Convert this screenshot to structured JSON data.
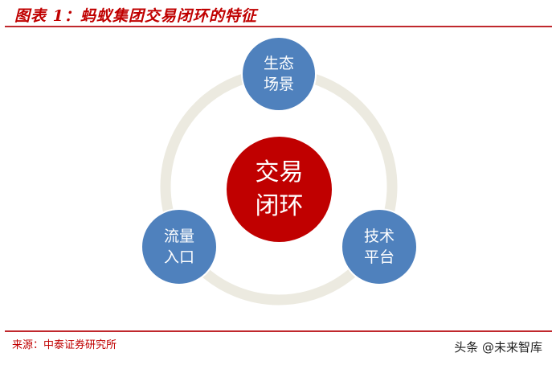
{
  "header": {
    "title": "图表 1：蚂蚁集团交易闭环的特征"
  },
  "diagram": {
    "center": {
      "line1": "交易",
      "line2": "闭环",
      "color": "#c00000"
    },
    "nodes": [
      {
        "id": "top",
        "line1": "生态",
        "line2": "场景",
        "color": "#4f81bd"
      },
      {
        "id": "bottom-left",
        "line1": "流量",
        "line2": "入口",
        "color": "#4f81bd"
      },
      {
        "id": "bottom-right",
        "line1": "技术",
        "line2": "平台",
        "color": "#4f81bd"
      }
    ],
    "ring_color": "#eceae0"
  },
  "footer": {
    "source": "来源：中泰证券研究所",
    "watermark": "头条 @未来智库"
  }
}
